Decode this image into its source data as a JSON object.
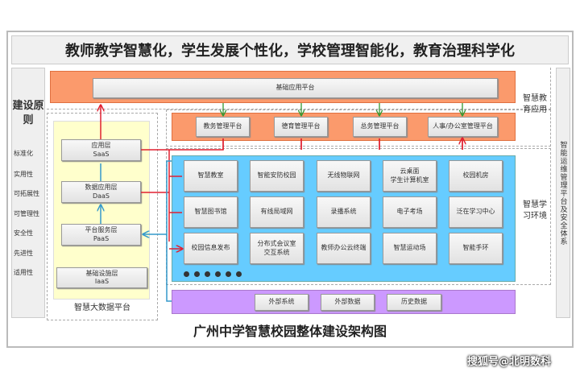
{
  "banner": "教师教学智慧化，学生发展个性化，学校管理智能化，教育治理科学化",
  "principles": {
    "title": "建设原则",
    "items": [
      "标准化",
      "实用性",
      "可拓展性",
      "可管理性",
      "安全性",
      "先进性",
      "适用性"
    ]
  },
  "ops": "智能运维管理平台及安全体系",
  "top_platform": "基础应用平台",
  "edu_app_label": "智慧教育应用",
  "mgmt": [
    "教务管理平台",
    "德育管理平台",
    "总务管理平台",
    "人事/办公室管理平台"
  ],
  "bigdata": {
    "label": "智慧大数据平台",
    "layers": [
      {
        "name": "应用层",
        "abbr": "SaaS"
      },
      {
        "name": "数据应用层",
        "abbr": "DaaS"
      },
      {
        "name": "平台服务层",
        "abbr": "PaaS"
      },
      {
        "name": "基础设施层",
        "abbr": "IaaS"
      }
    ]
  },
  "learn_label": "智慧学习环境",
  "learn": [
    [
      "智慧教室",
      "智能安防校园",
      "无线物联网",
      "云桌面\n学生计算机室",
      "校园机房"
    ],
    [
      "智慧图书馆",
      "有线局域网",
      "录播系统",
      "电子考场",
      "泛在学习中心"
    ],
    [
      "校园信息发布",
      "分布式会议室\n交互系统",
      "教师办公云终端",
      "智慧运动场",
      "智能手环"
    ]
  ],
  "external": [
    "外部系统",
    "外部数据",
    "历史数据"
  ],
  "caption": "广州中学智慧校园整体建设架构图",
  "watermark": "搜狐号@北明数科",
  "colors": {
    "orange": "#fb9a6c",
    "blue": "#66ccff",
    "yellow": "#ffffcc",
    "purple": "#cc99ff",
    "red": "#e02030",
    "green": "#339933",
    "arrowblue": "#3399cc"
  }
}
